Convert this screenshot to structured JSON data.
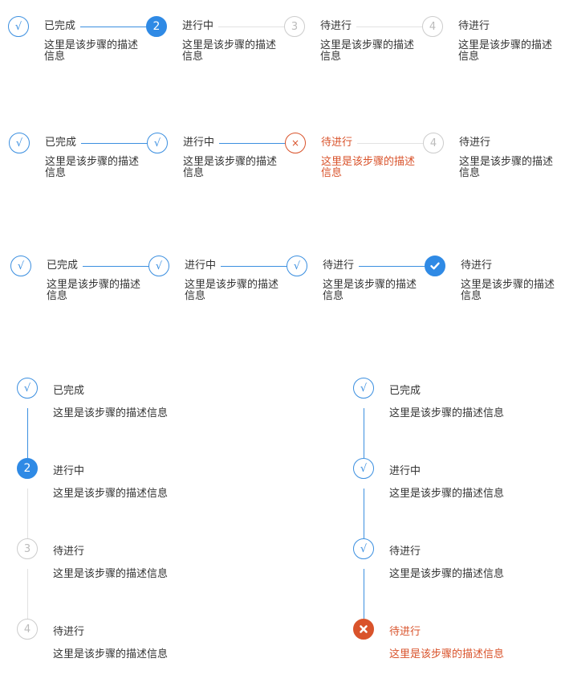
{
  "labels": {
    "finished": "已完成",
    "in_progress": "进行中",
    "waiting": "待进行",
    "description": "这里是该步骤的描述信息"
  },
  "icons": {
    "check": "√",
    "cross": "×",
    "step_two": "2",
    "step_three": "3",
    "step_four": "4"
  },
  "colors": {
    "primary": "#2f8ae5",
    "error": "#d9532b",
    "wait": "#cccccc",
    "text": "#333333"
  }
}
